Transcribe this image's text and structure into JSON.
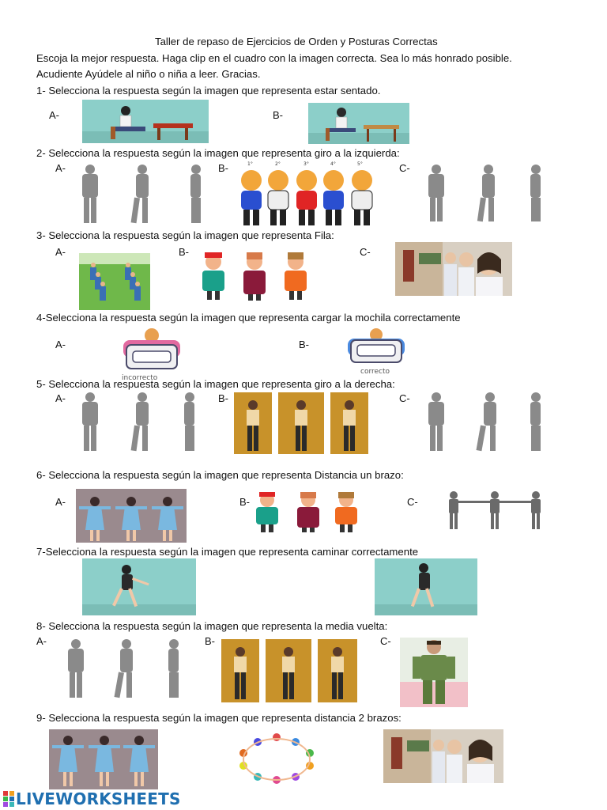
{
  "title": "Taller de repaso de Ejercicios de Orden y Posturas Correctas",
  "instructions": [
    "Escoja la mejor respuesta. Haga clip en el cuadro con la imagen correcta. Sea lo más honrado posible.",
    "Acudiente Ayúdele al niño o niña a leer. Gracias."
  ],
  "questions": [
    "1-   Selecciona la respuesta según la imagen que representa estar sentado.",
    "2- Selecciona la respuesta según la imagen que representa giro a la izquierda:",
    "3- Selecciona la respuesta según la imagen que representa  Fila:",
    "4-Selecciona la respuesta según la imagen que representa cargar la mochila correctamente",
    "5- Selecciona la respuesta según la imagen que representa giro a la derecha:",
    "6- Selecciona la respuesta según la imagen que representa  Distancia un brazo:",
    "7-Selecciona la respuesta según la imagen que representa caminar correctamente",
    "8- Selecciona la respuesta según la imagen que representa la media vuelta:",
    "9- Selecciona la respuesta según la imagen que representa distancia 2 brazos:"
  ],
  "options": {
    "a": "A-",
    "b": "B-",
    "c": "C-"
  },
  "image_text": {
    "order_numbers": [
      "1°",
      "2°",
      "3°",
      "4°",
      "5°"
    ],
    "backpack_wrong": "incorrecto",
    "backpack_right": "correcto"
  },
  "footer": {
    "brand": "LIVEWORKSHEETS"
  },
  "colors": {
    "teal": "#8ccfc9",
    "orange": "#c8922a",
    "brand": "#1f6fb0"
  }
}
